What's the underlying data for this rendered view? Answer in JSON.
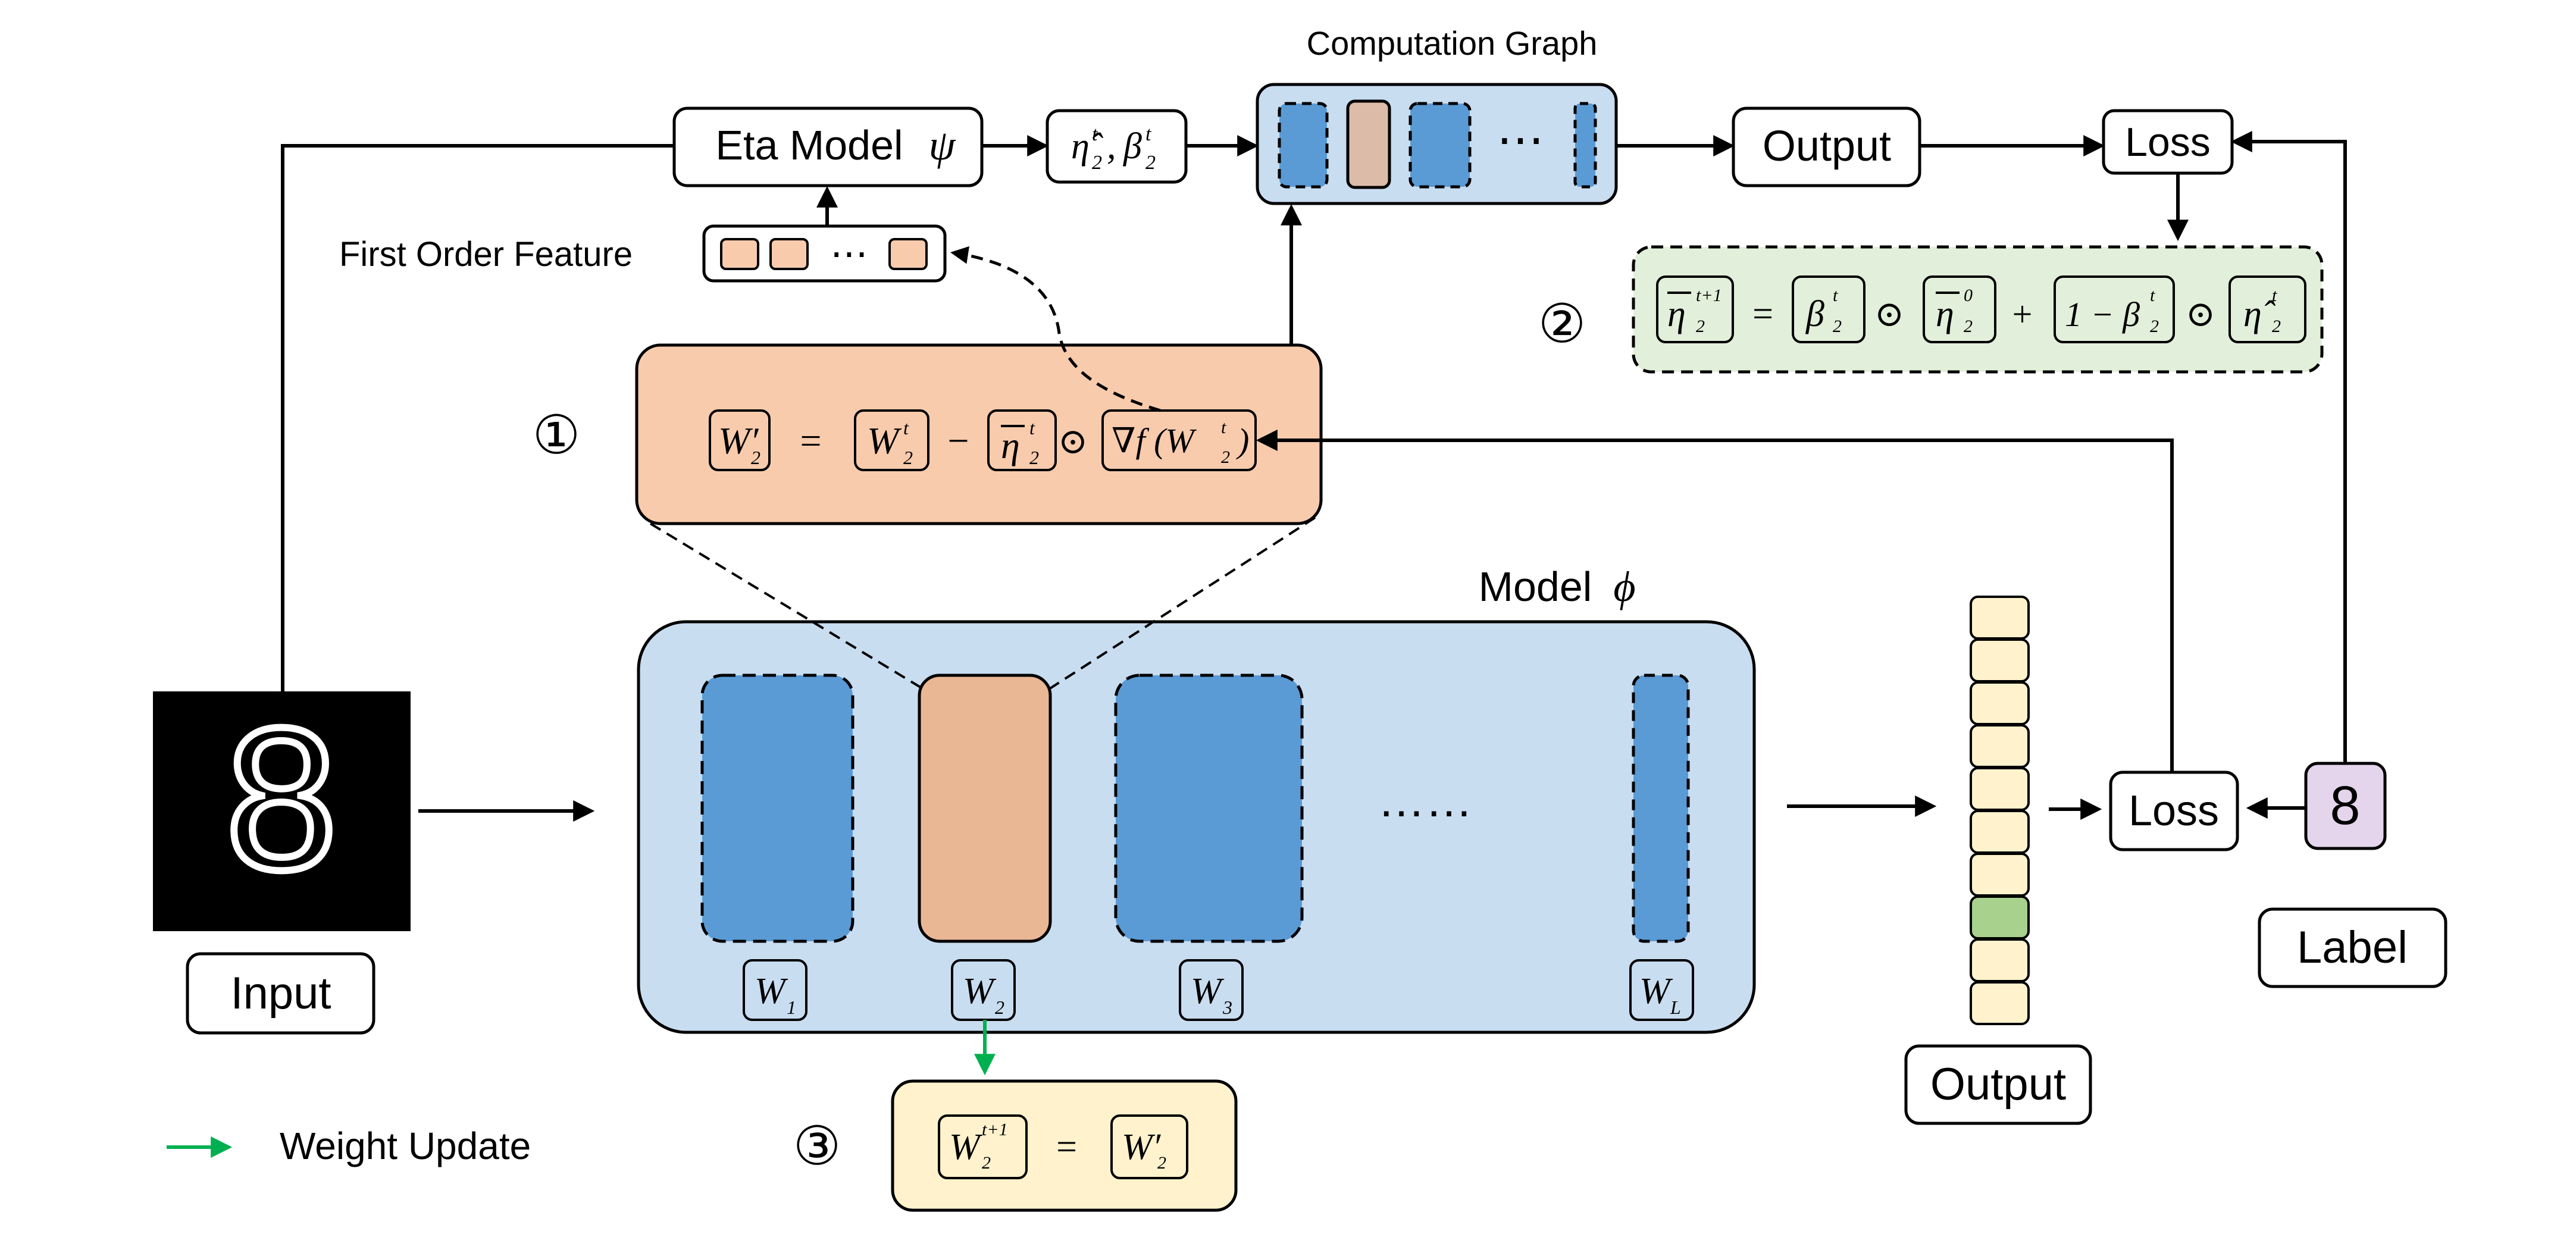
{
  "labels": {
    "computation_graph": "Computation Graph",
    "eta_model": "Eta Model",
    "eta_model_symbol": "ψ",
    "first_order_feature": "First Order Feature",
    "eta_output_eta": "η̂",
    "eta_output_beta": "β",
    "graph_output": "Output",
    "top_loss": "Loss",
    "model": "Model",
    "model_symbol": "ϕ",
    "input": "Input",
    "digit": "8",
    "label_value": "8",
    "label": "Label",
    "bottom_loss": "Loss",
    "bottom_output": "Output",
    "legend_weight_update": "Weight Update",
    "ellipsis_dots": "⋯",
    "model_ellipsis": "……"
  },
  "steps": {
    "one": "①",
    "two": "②",
    "three": "③"
  },
  "weights": {
    "w1": "W",
    "w2": "W",
    "w3": "W",
    "wl": "W"
  },
  "equation1": {
    "lhs": "W′",
    "eq": "=",
    "w": "W",
    "minus": "−",
    "eta": "η",
    "odot": "⊙",
    "grad": "∇f (W"
  },
  "equation2": {
    "lhs": "η",
    "eq": "=",
    "beta": "β",
    "odot": "⊙",
    "eta0": "η",
    "plus": "+",
    "one_minus_beta": "1 − β",
    "odot2": "⊙",
    "eta_hat": "η̂"
  },
  "equation3": {
    "lhs": "W",
    "eq": "=",
    "rhs": "W′"
  },
  "colors": {
    "blue_block": "#5b9bd5",
    "blue_panel": "#c9ddf1",
    "orange_block": "#eab795",
    "orange_panel": "#f8cbad",
    "green_panel": "#e2efda",
    "yellow_panel": "#fff2cc",
    "label_purple": "#e4d5ec",
    "green_cell": "#a9d18e",
    "green_arrow": "#00b050"
  }
}
